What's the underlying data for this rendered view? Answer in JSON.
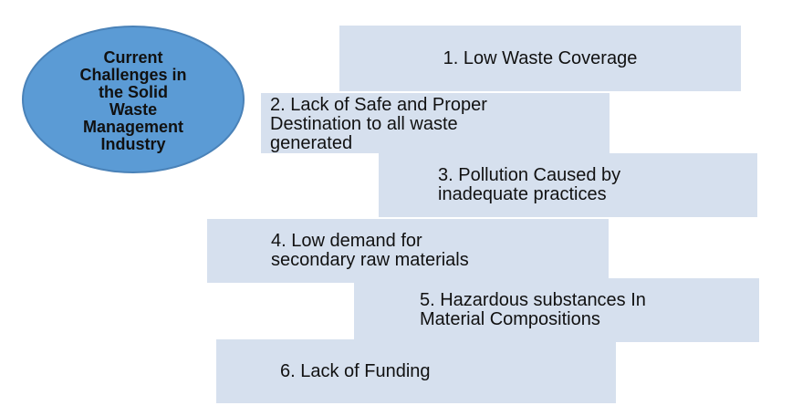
{
  "center": {
    "title": "Current\nChallenges in\nthe Solid\nWaste\nManagement\nIndustry"
  },
  "items": [
    "1. Low Waste Coverage",
    "2. Lack of Safe and Proper\nDestination to all waste\ngenerated",
    "3. Pollution Caused by\ninadequate practices",
    "4. Low demand for\nsecondary raw materials",
    "5. Hazardous substances In\nMaterial Compositions",
    "6. Lack of Funding"
  ],
  "colors": {
    "box_fill": "#d6e0ee",
    "circle_fill": "#5b9bd5",
    "text": "#111111"
  }
}
